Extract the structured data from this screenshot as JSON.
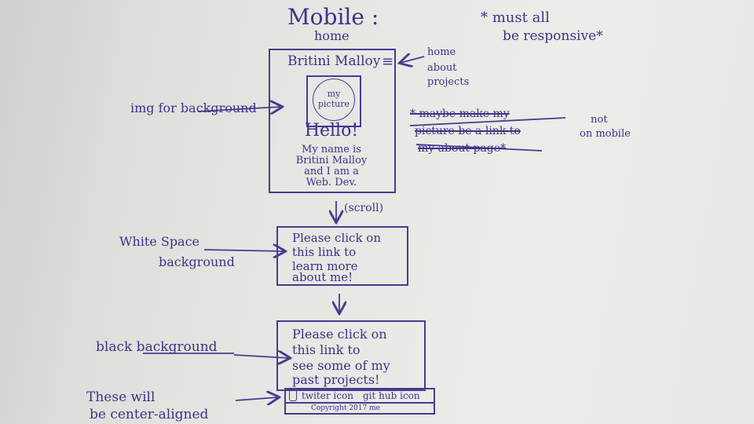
{
  "header": {
    "title": "Mobile :",
    "subtitle": "home",
    "note_line1": "* must all",
    "note_line2": "be responsive*"
  },
  "phone": {
    "brand": "Britini Malloy",
    "menu_glyph": "≡",
    "picture_label_1": "my",
    "picture_label_2": "picture",
    "greeting": "Hello!",
    "intro_lines": [
      "My name is",
      "Britini Malloy",
      "and I am a",
      "Web. Dev."
    ]
  },
  "menu_notes": [
    "home",
    "about",
    "projects"
  ],
  "annotations": {
    "img_background": "img for background",
    "scroll": "(scroll)",
    "white_label_1": "White Space",
    "white_label_2": "background",
    "black_label": "black background",
    "center_label_1": "These will",
    "center_label_2": "be center-aligned"
  },
  "crossed_note": {
    "lines": [
      "* maybe make my",
      "picture be a link to",
      "my about page*"
    ],
    "aside_1": "not",
    "aside_2": "on mobile"
  },
  "white_section": {
    "lines": [
      "Please click on",
      "this link to",
      "learn more",
      "about me!"
    ]
  },
  "black_section": {
    "lines": [
      "Please click on",
      "this link to",
      "see some of my",
      "past projects!"
    ]
  },
  "footer": {
    "twitter": "twiter icon",
    "github": "git hub icon",
    "copyright": "Copyright 2017 me"
  }
}
